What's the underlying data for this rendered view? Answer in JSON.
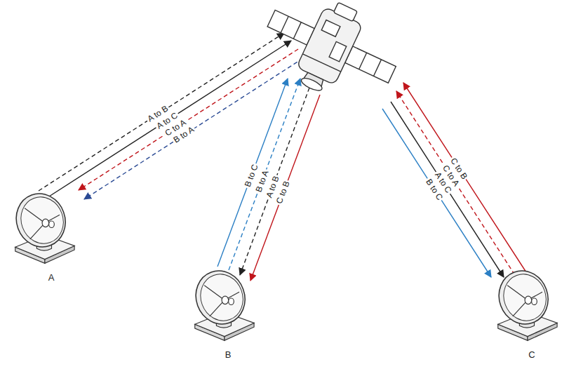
{
  "diagram": {
    "nodes": [
      {
        "text": [
          "A"
        ]
      },
      {
        "text": [
          "B"
        ]
      },
      {
        "text": [
          "C"
        ]
      }
    ],
    "labels": [
      "A to B",
      "A to C",
      "C to A",
      "B to A",
      "B to C",
      "B to A",
      "A to B",
      "C to B",
      "C to B",
      "C to A",
      "A to C",
      "B to C"
    ]
  }
}
